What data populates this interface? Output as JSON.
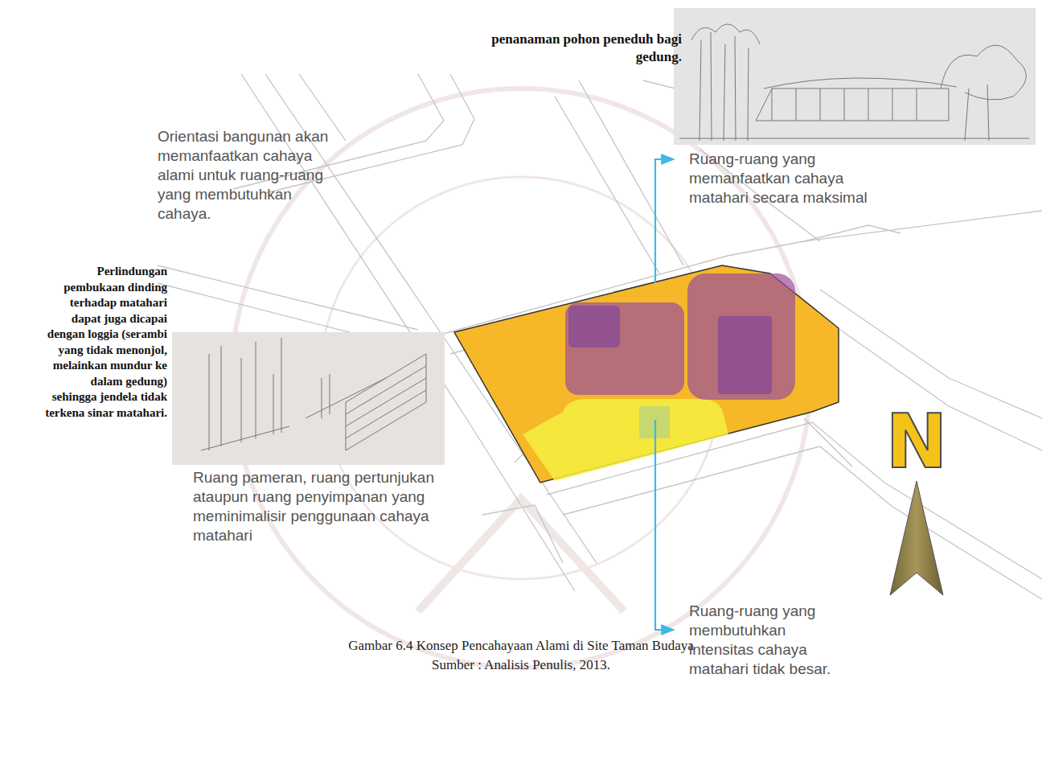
{
  "diagram": {
    "caption": "Gambar 6.4 Konsep Pencahayaan Alami di Site Taman Budaya",
    "labels": [
      "penanaman pohon peneduh bagi gedung.",
      "Orientasi bangunan akan memanfaatkan cahaya alami untuk ruang-ruang yang membutuhkan cahaya.",
      "Ruang-ruang yang memanfaatkan cahaya matahari secara maksimal",
      "Perlindungan pembukaan dinding terhadap matahari dapat juga dicapai dengan loggia (serambi yang tidak menonjol, melainkan mundur ke dalam gedung) sehingga jendela tidak terkena sinar matahari.",
      "Ruang pameran, ruang pertunjukan ataupun ruang penyimpanan yang meminimalisir penggunaan cahaya matahari",
      "Ruang-ruang yang membutuhkan intensitas cahaya matahari tidak besar.",
      "N",
      "Sumber : Analisis Penulis, 2013."
    ]
  }
}
